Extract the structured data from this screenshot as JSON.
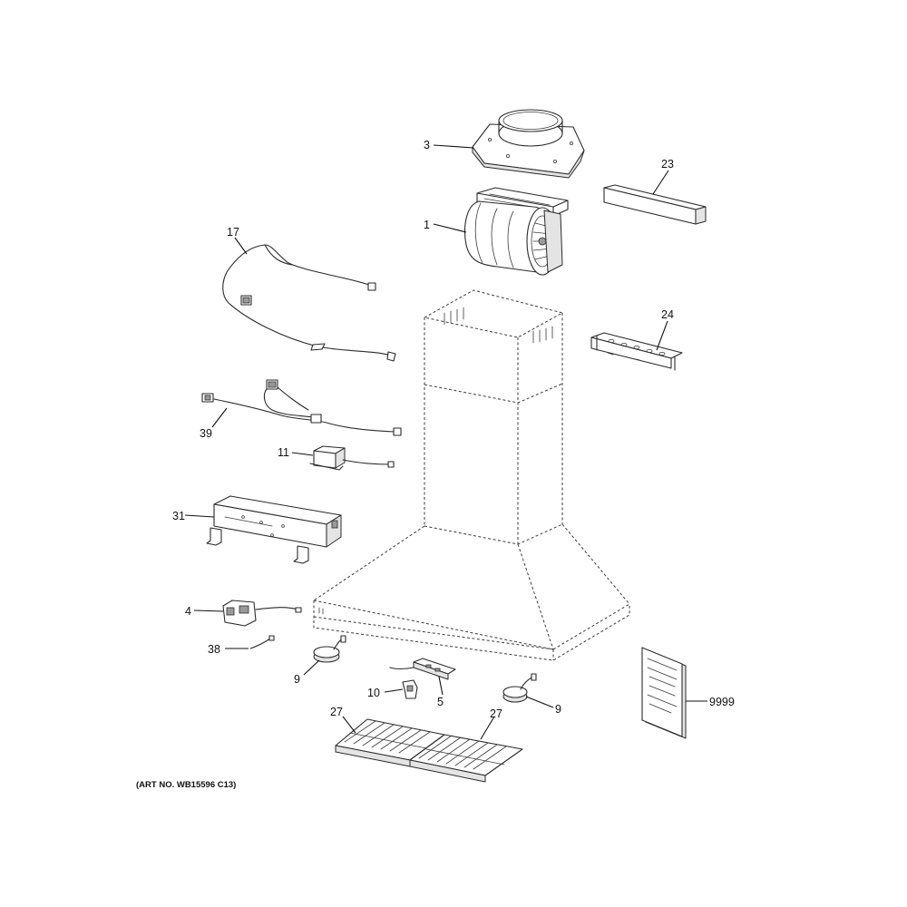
{
  "labels": {
    "p1": "1",
    "p3": "3",
    "p4": "4",
    "p5": "5",
    "p9a": "9",
    "p9b": "9",
    "p10": "10",
    "p11": "11",
    "p17": "17",
    "p23": "23",
    "p24": "24",
    "p27a": "27",
    "p27b": "27",
    "p31": "31",
    "p38": "38",
    "p39": "39",
    "p9999": "9999"
  },
  "art_number": "(ART NO. WB15596 C13)"
}
